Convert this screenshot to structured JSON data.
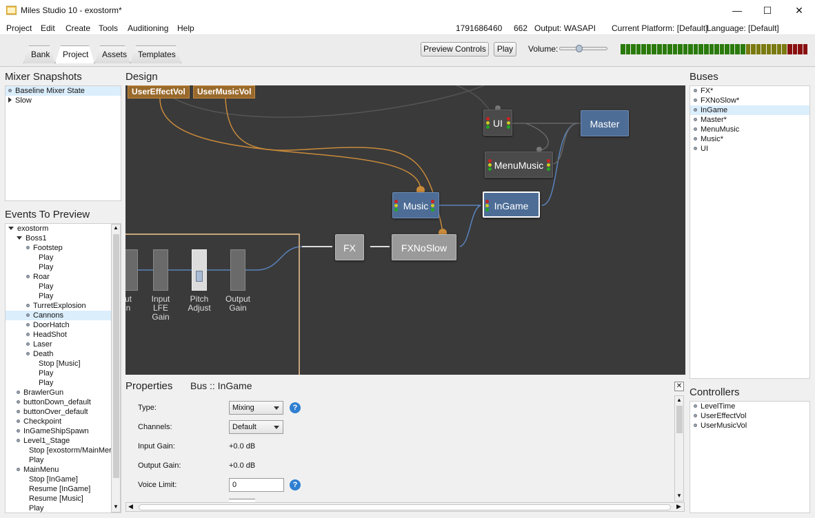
{
  "window": {
    "title": "Miles Studio 10 - exostorm*",
    "minimize_glyph": "—",
    "maximize_glyph": "☐",
    "close_glyph": "✕"
  },
  "menu": {
    "items": [
      "Project",
      "Edit",
      "Create",
      "Tools",
      "Auditioning",
      "Help"
    ]
  },
  "status": {
    "memory": "17916864",
    "value2": "60",
    "value3": "662",
    "output": "Output: WASAPI",
    "platform": "Current Platform: [Default]",
    "language": "Language: [Default]"
  },
  "tabs": [
    "Bank",
    "Project",
    "Assets",
    "Templates"
  ],
  "toolbar": {
    "preview_controls": "Preview Controls",
    "play": "Play",
    "volume_label": "Volume:",
    "volume_level": 0.38
  },
  "vu_colors": {
    "low": "#2a7a0c",
    "mid": "#7a7a10",
    "high": "#8a1010"
  },
  "mixer_snapshots": {
    "title": "Mixer Snapshots",
    "items": [
      "Baseline Mixer State",
      "Slow"
    ]
  },
  "events": {
    "title": "Events To Preview",
    "rows": [
      "exostorm",
      "Boss1",
      "Footstep",
      "Play",
      "Play",
      "Roar",
      "Play",
      "Play",
      "TurretExplosion",
      "Cannons",
      "DoorHatch",
      "HeadShot",
      "Laser",
      "Death",
      "Stop [Music]",
      "Play",
      "Play",
      "BrawlerGun",
      "buttonDown_default",
      "buttonOver_default",
      "Checkpoint",
      "InGameShipSpawn",
      "Level1_Stage",
      "Stop [exostorm/MainMer",
      "Play",
      "MainMenu",
      "Stop [InGame]",
      "Resume [InGame]",
      "Resume [Music]",
      "Play"
    ]
  },
  "design": {
    "title": "Design",
    "controllers": [
      "UserEffectVol",
      "UserMusicVol"
    ],
    "nodes": {
      "ui": "UI",
      "master": "Master",
      "menumusic": "MenuMusic",
      "music": "Music",
      "ingame": "InGame",
      "fx": "FX",
      "fxnoslow": "FXNoSlow"
    },
    "sliders": [
      "ut\nn",
      "Input\nLFE\nGain",
      "Pitch\nAdjust",
      "Output\nGain"
    ],
    "colors": {
      "bus": "#4d6d96",
      "controller": "#9a6a2c",
      "wire_orange": "#c98a3a",
      "wire_blue": "#5a84bd",
      "wire_gray": "#8a8a8a"
    }
  },
  "properties": {
    "title": "Properties",
    "subject": "Bus :: InGame",
    "rows": [
      {
        "label": "Type:",
        "value": "Mixing"
      },
      {
        "label": "Channels:",
        "value": "Default"
      },
      {
        "label": "Input Gain:",
        "value": "+0.0 dB"
      },
      {
        "label": "Output Gain:",
        "value": "+0.0 dB"
      },
      {
        "label": "Voice Limit:",
        "value": "0"
      }
    ],
    "help_glyph": "?",
    "close_glyph": "✕"
  },
  "buses": {
    "title": "Buses",
    "items": [
      "FX*",
      "FXNoSlow*",
      "InGame",
      "Master*",
      "MenuMusic",
      "Music*",
      "UI"
    ]
  },
  "controllers": {
    "title": "Controllers",
    "items": [
      "LevelTime",
      "UserEffectVol",
      "UserMusicVol"
    ]
  }
}
